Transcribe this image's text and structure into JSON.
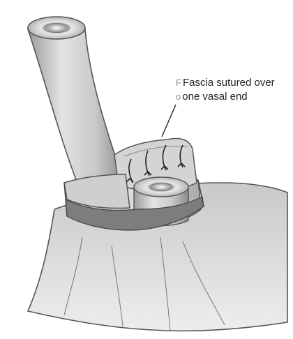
{
  "figure": {
    "annotation": {
      "line1_prefix": "F",
      "line1": "Fascia sutured over",
      "line2_prefix": "o",
      "line2": "one vasal end"
    }
  }
}
